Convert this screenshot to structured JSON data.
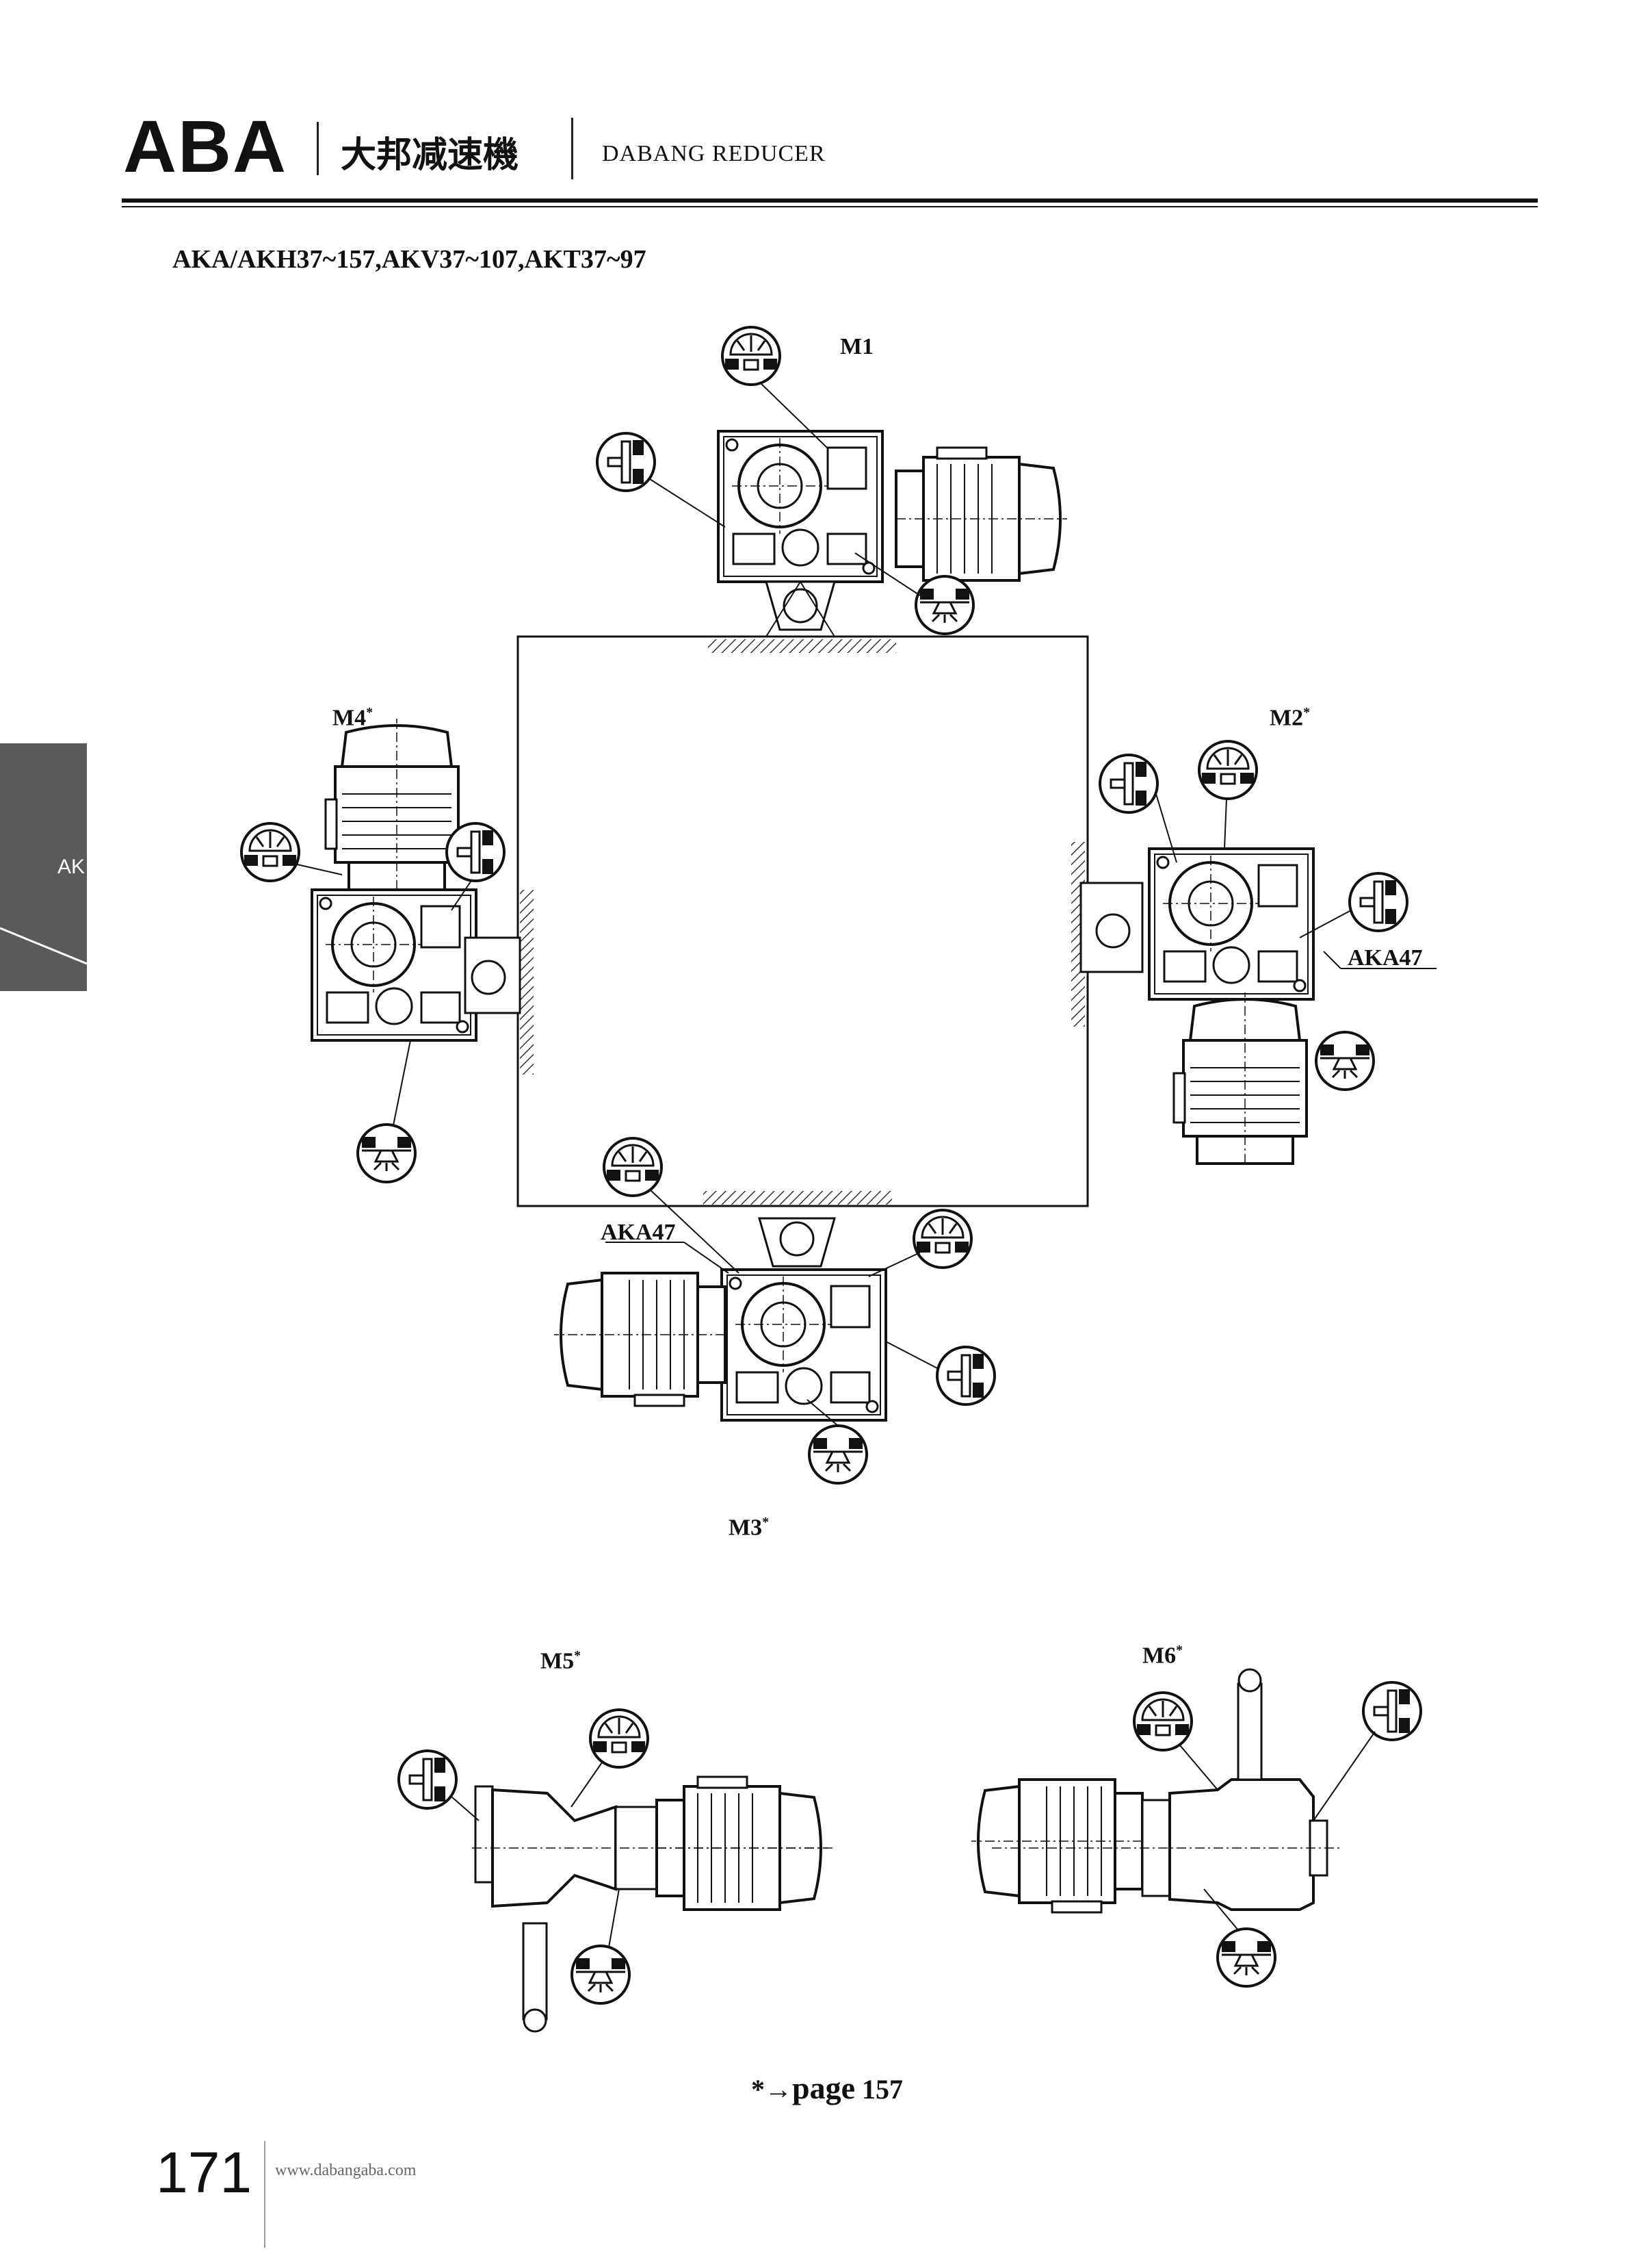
{
  "header": {
    "brand": "ABA",
    "brand_cn": "大邦减速機",
    "brand_en": "DABANG REDUCER"
  },
  "subtitle": "AKA/AKH37~157,AKV37~107,AKT37~97",
  "side_tab": {
    "label": "AK"
  },
  "positions": {
    "m1": "M1",
    "m2": "M2",
    "m3": "M3",
    "m4": "M4",
    "m5": "M5",
    "m6": "M6",
    "asterisk": "*"
  },
  "notes": {
    "aka47_right": "AKA47",
    "aka47_bottom": "AKA47"
  },
  "page_ref": {
    "prefix": "*→",
    "word": "page",
    "number": "157"
  },
  "footer": {
    "page_number": "171",
    "website": "www.dabangaba.com"
  }
}
